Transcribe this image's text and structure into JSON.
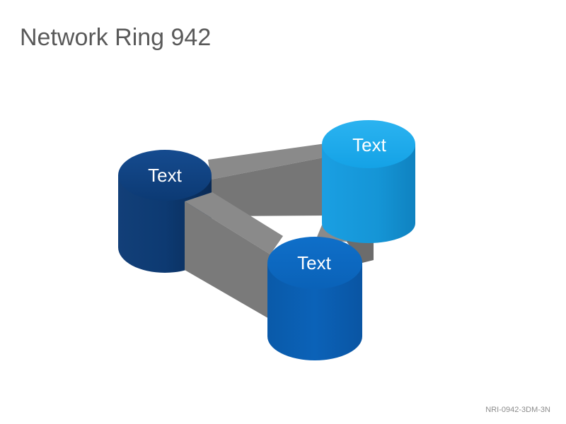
{
  "title": "Network Ring 942",
  "footer_code": "NRI-0942-3DM-3N",
  "nodes": [
    {
      "id": "dark-blue",
      "label": "Text",
      "color": "#0b3f7d"
    },
    {
      "id": "light-blue",
      "label": "Text",
      "color": "#1aa3e8"
    },
    {
      "id": "medium-blue",
      "label": "Text",
      "color": "#0b62b8"
    }
  ],
  "connector_color": "#7a7a7a"
}
